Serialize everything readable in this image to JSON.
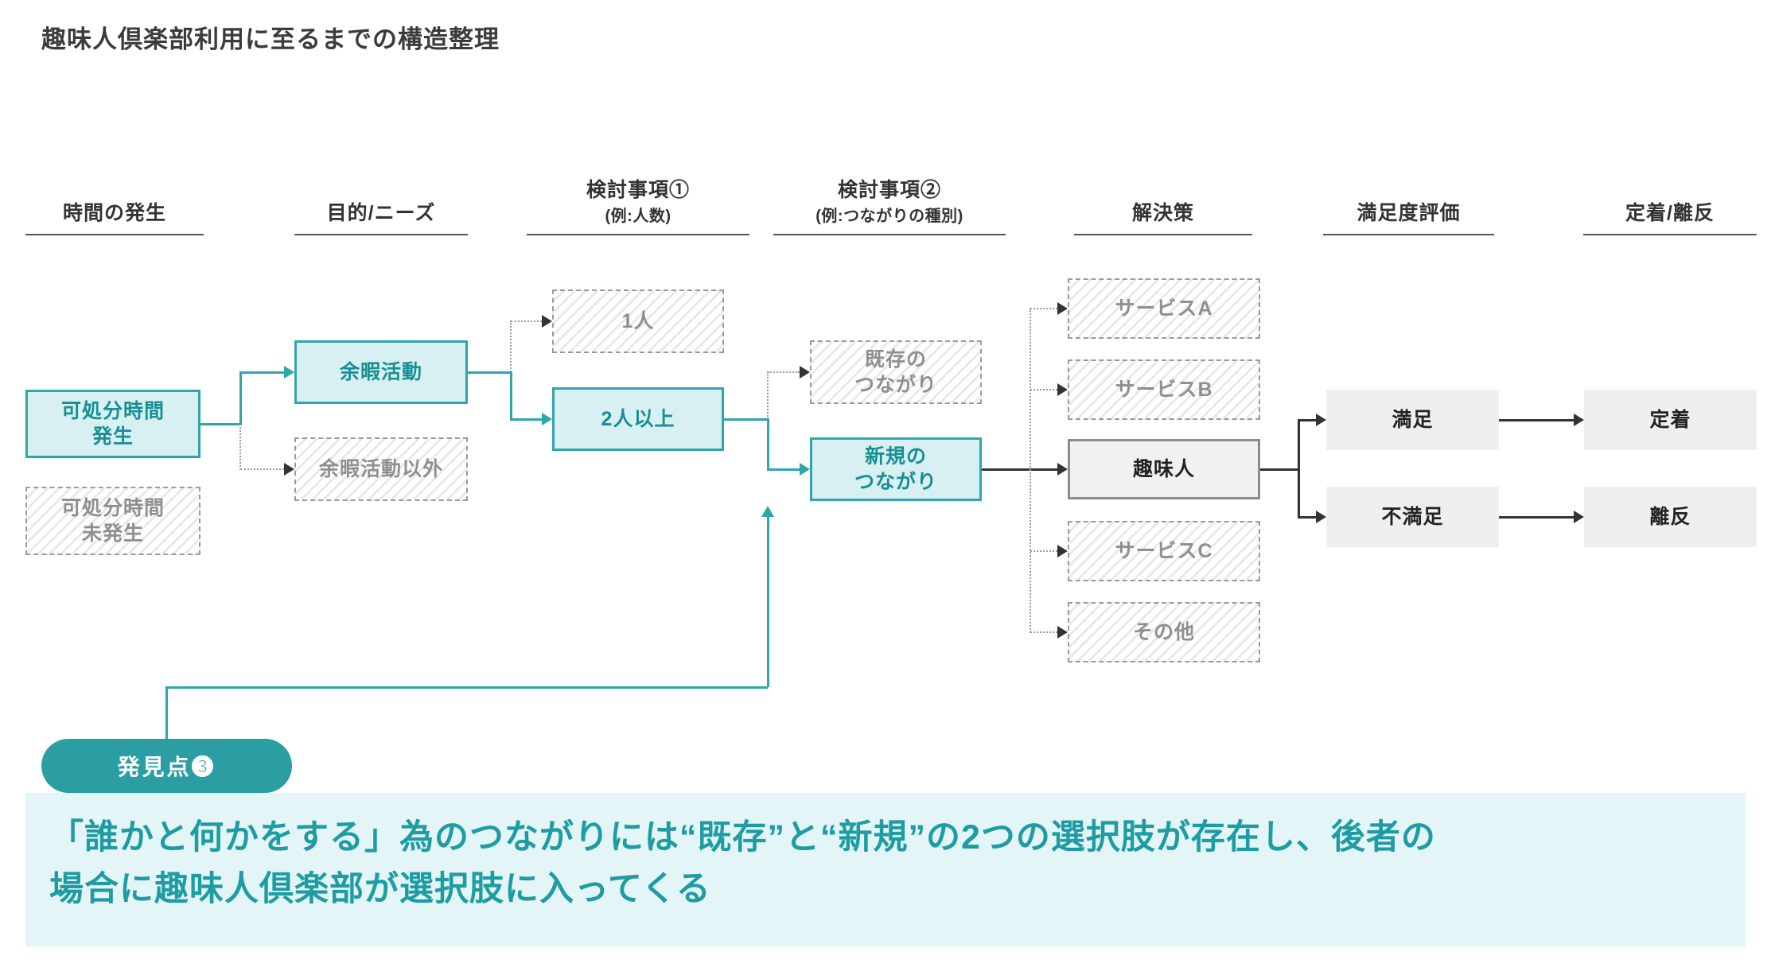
{
  "title": "趣味人倶楽部利用に至るまでの構造整理",
  "columns": [
    {
      "label": "時間の発生",
      "sub": ""
    },
    {
      "label": "目的/ニーズ",
      "sub": ""
    },
    {
      "label": "検討事項①",
      "sub": "(例:人数)"
    },
    {
      "label": "検討事項②",
      "sub": "(例:つながりの種別)"
    },
    {
      "label": "解決策",
      "sub": ""
    },
    {
      "label": "満足度評価",
      "sub": ""
    },
    {
      "label": "定着/離反",
      "sub": ""
    }
  ],
  "nodes": {
    "time_occurred": {
      "label": "可処分時間\n発生"
    },
    "time_not_occurred": {
      "label": "可処分時間\n未発生"
    },
    "leisure": {
      "label": "余暇活動"
    },
    "non_leisure": {
      "label": "余暇活動以外"
    },
    "one_person": {
      "label": "1人"
    },
    "two_or_more": {
      "label": "2人以上"
    },
    "existing_connection": {
      "label": "既存の\nつながり"
    },
    "new_connection": {
      "label": "新規の\nつながり"
    },
    "service_a": {
      "label": "サービスA"
    },
    "service_b": {
      "label": "サービスB"
    },
    "shumijin": {
      "label": "趣味人"
    },
    "service_c": {
      "label": "サービスC"
    },
    "other_service": {
      "label": "その他"
    },
    "satisfied": {
      "label": "満足"
    },
    "unsatisfied": {
      "label": "不満足"
    },
    "retention": {
      "label": "定着"
    },
    "churn": {
      "label": "離反"
    }
  },
  "callout": {
    "badge": "発見点❸",
    "text": "「誰かと何かをする」為のつながりには“既存”と“新規”の2つの選択肢が存在し、後者の\n場合に趣味人倶楽部が選択肢に入ってくる"
  },
  "colors": {
    "teal": "#2FA6AA",
    "teal_fill": "#D8F0F1",
    "badge_teal": "#2B9EA3",
    "banner_bg": "#E3F5F6",
    "banner_text": "#1E9CA3",
    "gray_border": "#9A9A9A",
    "gray_text": "#8F8F8F",
    "dark": "#333333"
  }
}
